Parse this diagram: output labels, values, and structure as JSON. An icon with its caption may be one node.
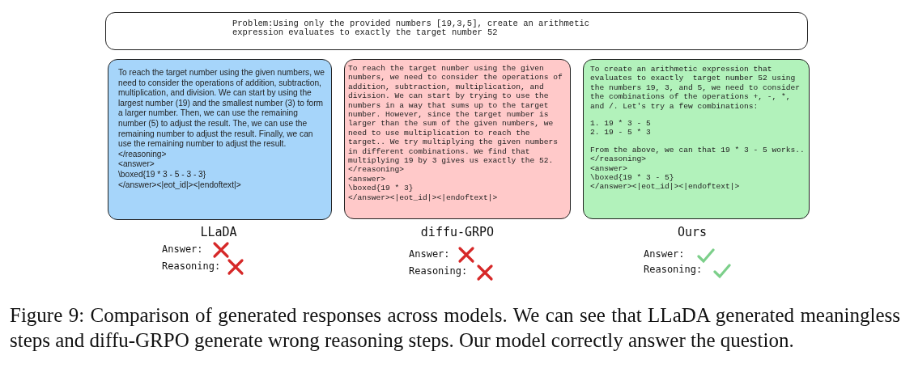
{
  "diagram": {
    "caption": "Figure 9: Comparison of generated responses across models. We can see that LLaDA generated meaningless steps and diffu-GRPO generate wrong reasoning steps. Our model correctly answer the question.",
    "nodes": [
      {
        "text": [
          "Problem:Using only the provided numbers [19,3,5], create an arithmetic expression evaluates to exactly the target number 52"
        ]
      },
      {
        "text": [
          "To reach the target number using the given numbers, we need to consider the operations of addition, subtraction, multiplication, and division. We can start by using the largest number (19) and the smallest number (3) to form a larger number. Then, we can use the remaining number (5) to adjust the result. The, we can use the remaining number to adjust the result. Finally, we can use the remaining number to adjust the result.",
          "</reasoning>",
          "<answer>",
          "\\boxed{19 * 3 - 5 - 3 - 3}",
          "</answer><|eot_id|><|endoftext|>"
        ],
        "beside": [
          "LLaDA"
        ]
      },
      {
        "text": [
          "To reach the target number using the given numbers, we need to consider the operations of addition, subtraction, multiplication, and division. We can start by trying to use the numbers in a way that sums up to the target number. However, since the target number is larger than the sum of the given numbers, we need to use multiplication to reach the target.. We try multiplying the given numbers in different combinations. We find that multiplying 19 by 3 gives us exactly the 52.",
          "</reasoning>",
          "<answer>",
          "\\boxed{19 * 3}",
          "</answer><|eot_id|><|endoftext|>"
        ],
        "beside": [
          "diffu-GRPO"
        ]
      },
      {
        "text": [
          "To create an arithmetic expression that evaluates to exactly  target number 52 using the numbers 19, 3, and 5, we need to consider the combinations of the operations +, -, *, and /. Let's try a few combinations:",
          "1. 19 * 3 - 5",
          "2. 19 - 5 * 3",
          "From the above, we can that 19 * 3 - 5 works..",
          "</reasoning>",
          "<answer>",
          "\\boxed{19 * 3 - 5}",
          "</answer><|eot_id|><|endoftext|>"
        ],
        "beside": [
          "Ours"
        ]
      }
    ],
    "labels": [
      "Answer:",
      "Reasoning:",
      "Answer:",
      "Reasoning:",
      "Answer:",
      "Reasoning:"
    ]
  }
}
